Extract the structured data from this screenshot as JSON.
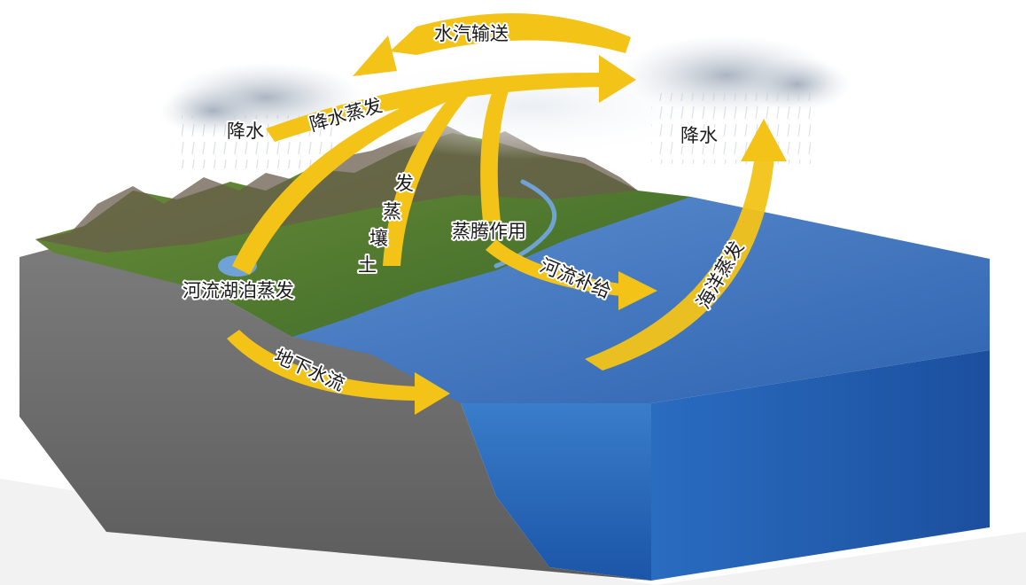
{
  "diagram": {
    "labels": {
      "vapor_transport": "水汽输送",
      "precip_left": "降水",
      "precip_evap": "降水蒸发",
      "precip_right": "降水",
      "soil_evap": [
        "发",
        "蒸",
        "壤",
        "土"
      ],
      "transpiration": "蒸腾作用",
      "lake_evap": "河流湖泊蒸发",
      "river_recharge": "河流补给",
      "ocean_evap": "海洋蒸发",
      "groundwater": "地下水流"
    },
    "colors": {
      "arrow": "#f3c318",
      "ocean_top": "#3f74b8",
      "ocean_side": "#1f5ab4",
      "rock": "#6f6f6f",
      "land": "#4f7a2c"
    }
  }
}
